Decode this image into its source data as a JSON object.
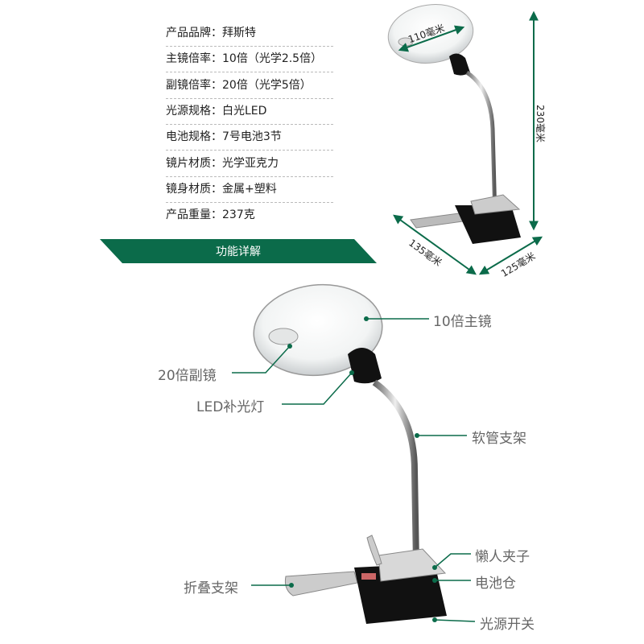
{
  "specs": [
    {
      "label": "产品品牌：",
      "value": "拜斯特"
    },
    {
      "label": "主镜倍率：",
      "value": "10倍（光学2.5倍）"
    },
    {
      "label": "副镜倍率：",
      "value": "20倍（光学5倍）"
    },
    {
      "label": "光源规格：",
      "value": "白光LED"
    },
    {
      "label": "电池规格：",
      "value": "7号电池3节"
    },
    {
      "label": "镜片材质：",
      "value": "光学亚克力"
    },
    {
      "label": "镜身材质：",
      "value": "金属+塑料"
    },
    {
      "label": "产品重量：",
      "value": "237克"
    }
  ],
  "banner": {
    "title": "功能详解",
    "color": "#0b6b4a"
  },
  "dimensions": {
    "lens": "110毫米",
    "height": "230毫米",
    "length": "135毫米",
    "width": "125毫米"
  },
  "features": {
    "main_lens": "10倍主镜",
    "sub_lens": "20倍副镜",
    "led": "LED补光灯",
    "hose": "软管支架",
    "clip": "懒人夹子",
    "battery": "电池仓",
    "switch": "光源开关",
    "stand": "折叠支架"
  },
  "colors": {
    "accent": "#0b6b4a",
    "label": "#666666"
  }
}
